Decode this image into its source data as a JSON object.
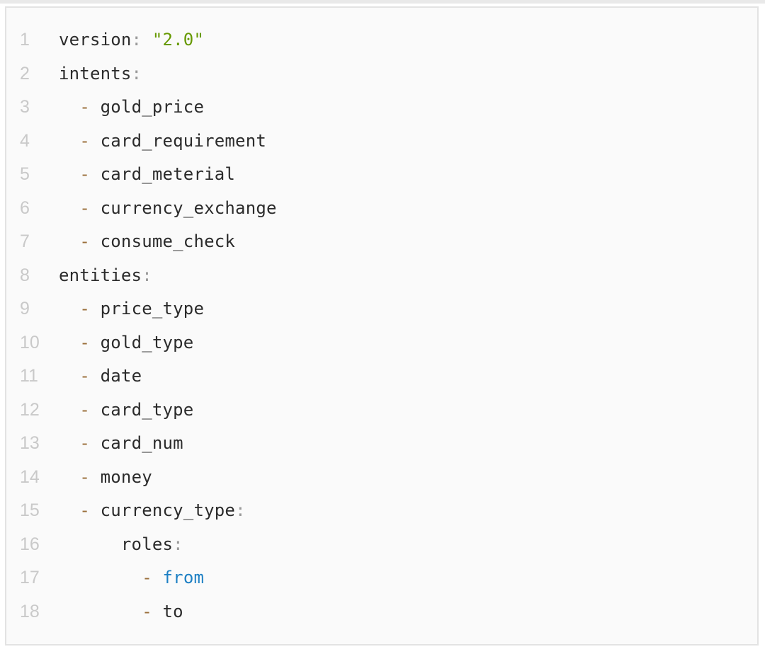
{
  "theme": {
    "page_bg": "#ffffff",
    "band": "#e9e9e9",
    "block_bg": "#fafafa",
    "block_border": "#e3e3e3"
  },
  "code_block": {
    "colors": {
      "plain": "#2b2b2b",
      "punct": "#9a9a9a",
      "op": "#9a6e3a",
      "str": "#669900",
      "kw": "#1e80c4",
      "line_number": "#c9c9c9"
    },
    "lines": [
      {
        "num": "1",
        "tokens": [
          {
            "type": "plain",
            "text": "version"
          },
          {
            "type": "punct",
            "text": ":"
          },
          {
            "type": "plain",
            "text": " "
          },
          {
            "type": "str",
            "text": "\"2.0\""
          }
        ]
      },
      {
        "num": "2",
        "tokens": [
          {
            "type": "plain",
            "text": "intents"
          },
          {
            "type": "punct",
            "text": ":"
          }
        ]
      },
      {
        "num": "3",
        "tokens": [
          {
            "type": "plain",
            "text": "  "
          },
          {
            "type": "op",
            "text": "-"
          },
          {
            "type": "plain",
            "text": " gold_price"
          }
        ]
      },
      {
        "num": "4",
        "tokens": [
          {
            "type": "plain",
            "text": "  "
          },
          {
            "type": "op",
            "text": "-"
          },
          {
            "type": "plain",
            "text": " card_requirement"
          }
        ]
      },
      {
        "num": "5",
        "tokens": [
          {
            "type": "plain",
            "text": "  "
          },
          {
            "type": "op",
            "text": "-"
          },
          {
            "type": "plain",
            "text": " card_meterial"
          }
        ]
      },
      {
        "num": "6",
        "tokens": [
          {
            "type": "plain",
            "text": "  "
          },
          {
            "type": "op",
            "text": "-"
          },
          {
            "type": "plain",
            "text": " currency_exchange"
          }
        ]
      },
      {
        "num": "7",
        "tokens": [
          {
            "type": "plain",
            "text": "  "
          },
          {
            "type": "op",
            "text": "-"
          },
          {
            "type": "plain",
            "text": " consume_check"
          }
        ]
      },
      {
        "num": "8",
        "tokens": [
          {
            "type": "plain",
            "text": "entities"
          },
          {
            "type": "punct",
            "text": ":"
          }
        ]
      },
      {
        "num": "9",
        "tokens": [
          {
            "type": "plain",
            "text": "  "
          },
          {
            "type": "op",
            "text": "-"
          },
          {
            "type": "plain",
            "text": " price_type"
          }
        ]
      },
      {
        "num": "10",
        "tokens": [
          {
            "type": "plain",
            "text": "  "
          },
          {
            "type": "op",
            "text": "-"
          },
          {
            "type": "plain",
            "text": " gold_type"
          }
        ]
      },
      {
        "num": "11",
        "tokens": [
          {
            "type": "plain",
            "text": "  "
          },
          {
            "type": "op",
            "text": "-"
          },
          {
            "type": "plain",
            "text": " date"
          }
        ]
      },
      {
        "num": "12",
        "tokens": [
          {
            "type": "plain",
            "text": "  "
          },
          {
            "type": "op",
            "text": "-"
          },
          {
            "type": "plain",
            "text": " card_type"
          }
        ]
      },
      {
        "num": "13",
        "tokens": [
          {
            "type": "plain",
            "text": "  "
          },
          {
            "type": "op",
            "text": "-"
          },
          {
            "type": "plain",
            "text": " card_num"
          }
        ]
      },
      {
        "num": "14",
        "tokens": [
          {
            "type": "plain",
            "text": "  "
          },
          {
            "type": "op",
            "text": "-"
          },
          {
            "type": "plain",
            "text": " money"
          }
        ]
      },
      {
        "num": "15",
        "tokens": [
          {
            "type": "plain",
            "text": "  "
          },
          {
            "type": "op",
            "text": "-"
          },
          {
            "type": "plain",
            "text": " currency_type"
          },
          {
            "type": "punct",
            "text": ":"
          }
        ]
      },
      {
        "num": "16",
        "tokens": [
          {
            "type": "plain",
            "text": "      roles"
          },
          {
            "type": "punct",
            "text": ":"
          }
        ]
      },
      {
        "num": "17",
        "tokens": [
          {
            "type": "plain",
            "text": "        "
          },
          {
            "type": "op",
            "text": "-"
          },
          {
            "type": "plain",
            "text": " "
          },
          {
            "type": "kw",
            "text": "from"
          }
        ]
      },
      {
        "num": "18",
        "tokens": [
          {
            "type": "plain",
            "text": "        "
          },
          {
            "type": "op",
            "text": "-"
          },
          {
            "type": "plain",
            "text": " to"
          }
        ]
      }
    ]
  }
}
